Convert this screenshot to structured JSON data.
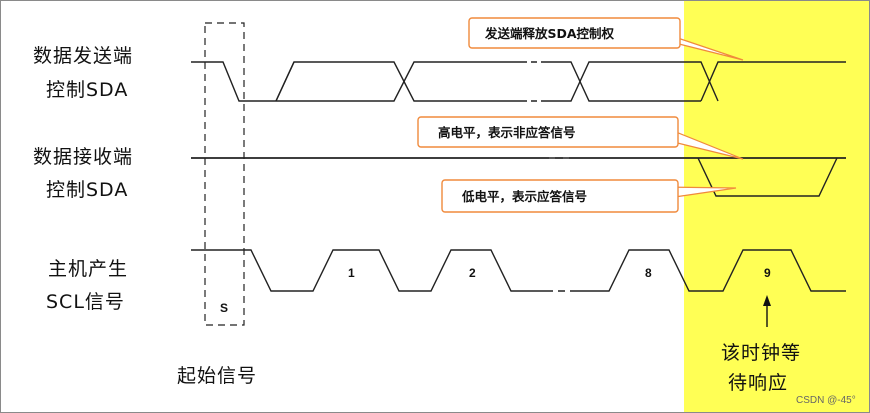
{
  "labels": {
    "tx_line1": "数据发送端",
    "tx_line2": "控制SDA",
    "rx_line1": "数据接收端",
    "rx_line2": "控制SDA",
    "scl_line1": "主机产生",
    "scl_line2": "SCL信号",
    "start_signal": "起始信号",
    "wait_line1": "该时钟等",
    "wait_line2": "待响应"
  },
  "start_box_label": "S",
  "bits": [
    "1",
    "2",
    "8",
    "9"
  ],
  "callouts": {
    "release": "发送端释放SDA控制权",
    "nack": "高电平，表示非应答信号",
    "ack": "低电平，表示应答信号"
  },
  "watermark": "CSDN @-45°",
  "colors": {
    "highlight": "#ffff55",
    "callout_border": "#f08a3c"
  }
}
